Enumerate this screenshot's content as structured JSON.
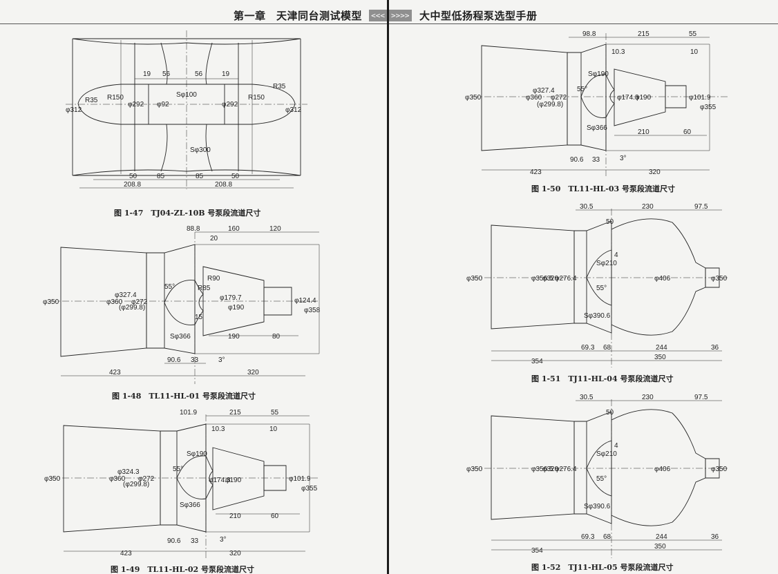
{
  "left_page": {
    "header": "第一章　天津同台测试模型",
    "chevrons": "<<<",
    "figures": [
      {
        "caption": "图 1-47　TJ04-ZL-10B 号泵段流道尺寸",
        "dims": [
          "19",
          "56",
          "56",
          "19",
          "R35",
          "R150",
          "φ292",
          "φ92",
          "Sφ100",
          "φ292",
          "R150",
          "R35",
          "φ312",
          "φ312",
          "Sφ300",
          "50",
          "85",
          "85",
          "50",
          "208.8",
          "208.8"
        ]
      },
      {
        "caption": "图 1-48　TL11-HL-01 号泵段流道尺寸",
        "dims": [
          "88.8",
          "160",
          "120",
          "20",
          "55°",
          "R90",
          "R85",
          "φ350",
          "φ360",
          "φ327.4",
          "(φ299.8)",
          "φ272",
          "φ179.7",
          "φ190",
          "15",
          "φ124.4",
          "φ358",
          "Sφ366",
          "190",
          "80",
          "90.6",
          "33",
          "3°",
          "423",
          "320"
        ]
      },
      {
        "caption": "图 1-49　TL11-HL-02 号泵段流道尺寸",
        "dims": [
          "101.9",
          "215",
          "55",
          "10.3",
          "10",
          "Sφ190",
          "55°",
          "φ350",
          "φ360",
          "φ324.3",
          "(φ299.8)",
          "φ272",
          "φ174.3",
          "φ190",
          "φ101.9",
          "φ355",
          "Sφ366",
          "210",
          "60",
          "90.6",
          "33",
          "3°",
          "423",
          "320"
        ]
      }
    ]
  },
  "right_page": {
    "header": "大中型低扬程泵选型手册",
    "chevrons": ">>>>",
    "figures": [
      {
        "caption": "图 1-50　TL11-HL-03 号泵段流道尺寸",
        "dims": [
          "98.8",
          "215",
          "55",
          "10.3",
          "10",
          "Sφ190",
          "55°",
          "φ350",
          "φ360",
          "φ327.4",
          "(φ299.8)",
          "φ272",
          "φ174.3",
          "φ190",
          "φ101.9",
          "φ355",
          "Sφ366",
          "210",
          "60",
          "90.6",
          "33",
          "3°",
          "423",
          "320"
        ]
      },
      {
        "caption": "图 1-51　TJ11-HL-04 号泵段流道尺寸",
        "dims": [
          "30.5",
          "230",
          "97.5",
          "50",
          "4",
          "Sφ210",
          "55°",
          "φ350",
          "φ356.5",
          "φ320",
          "φ276.4",
          "φ406",
          "φ350",
          "Sφ390.6",
          "69.3",
          "68",
          "244",
          "36",
          "354",
          "350"
        ]
      },
      {
        "caption": "图 1-52　TJ11-HL-05 号泵段流道尺寸",
        "dims": [
          "30.5",
          "230",
          "97.5",
          "50",
          "4",
          "Sφ210",
          "55°",
          "φ350",
          "φ356.5",
          "φ320",
          "φ276.4",
          "φ406",
          "φ350",
          "Sφ390.6",
          "69.3",
          "68",
          "244",
          "36",
          "354",
          "350"
        ]
      }
    ]
  }
}
